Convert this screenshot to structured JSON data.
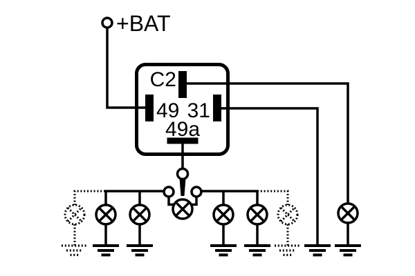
{
  "title": "Flasher relay wiring schematic",
  "colors": {
    "background": "#ffffff",
    "line": "#000000"
  },
  "labels": {
    "battery": "+BAT",
    "terminal_c2": "C2",
    "terminal_49": "49",
    "terminal_31": "31",
    "terminal_49a": "49a"
  },
  "icons": {
    "lamp": "lamp-icon (circle with diagonal cross)",
    "ground": "earth-ground-icon (three stacked bars)",
    "switch": "turn-signal-switch-lever-icon",
    "battery_terminal": "open-circle-terminal-icon"
  },
  "components": {
    "relay_terminals": [
      "C2",
      "49",
      "31",
      "49a"
    ],
    "solid_lamps": 6,
    "dotted_optional_lamps": 2,
    "solid_grounds": 6,
    "dotted_optional_grounds": 2
  }
}
